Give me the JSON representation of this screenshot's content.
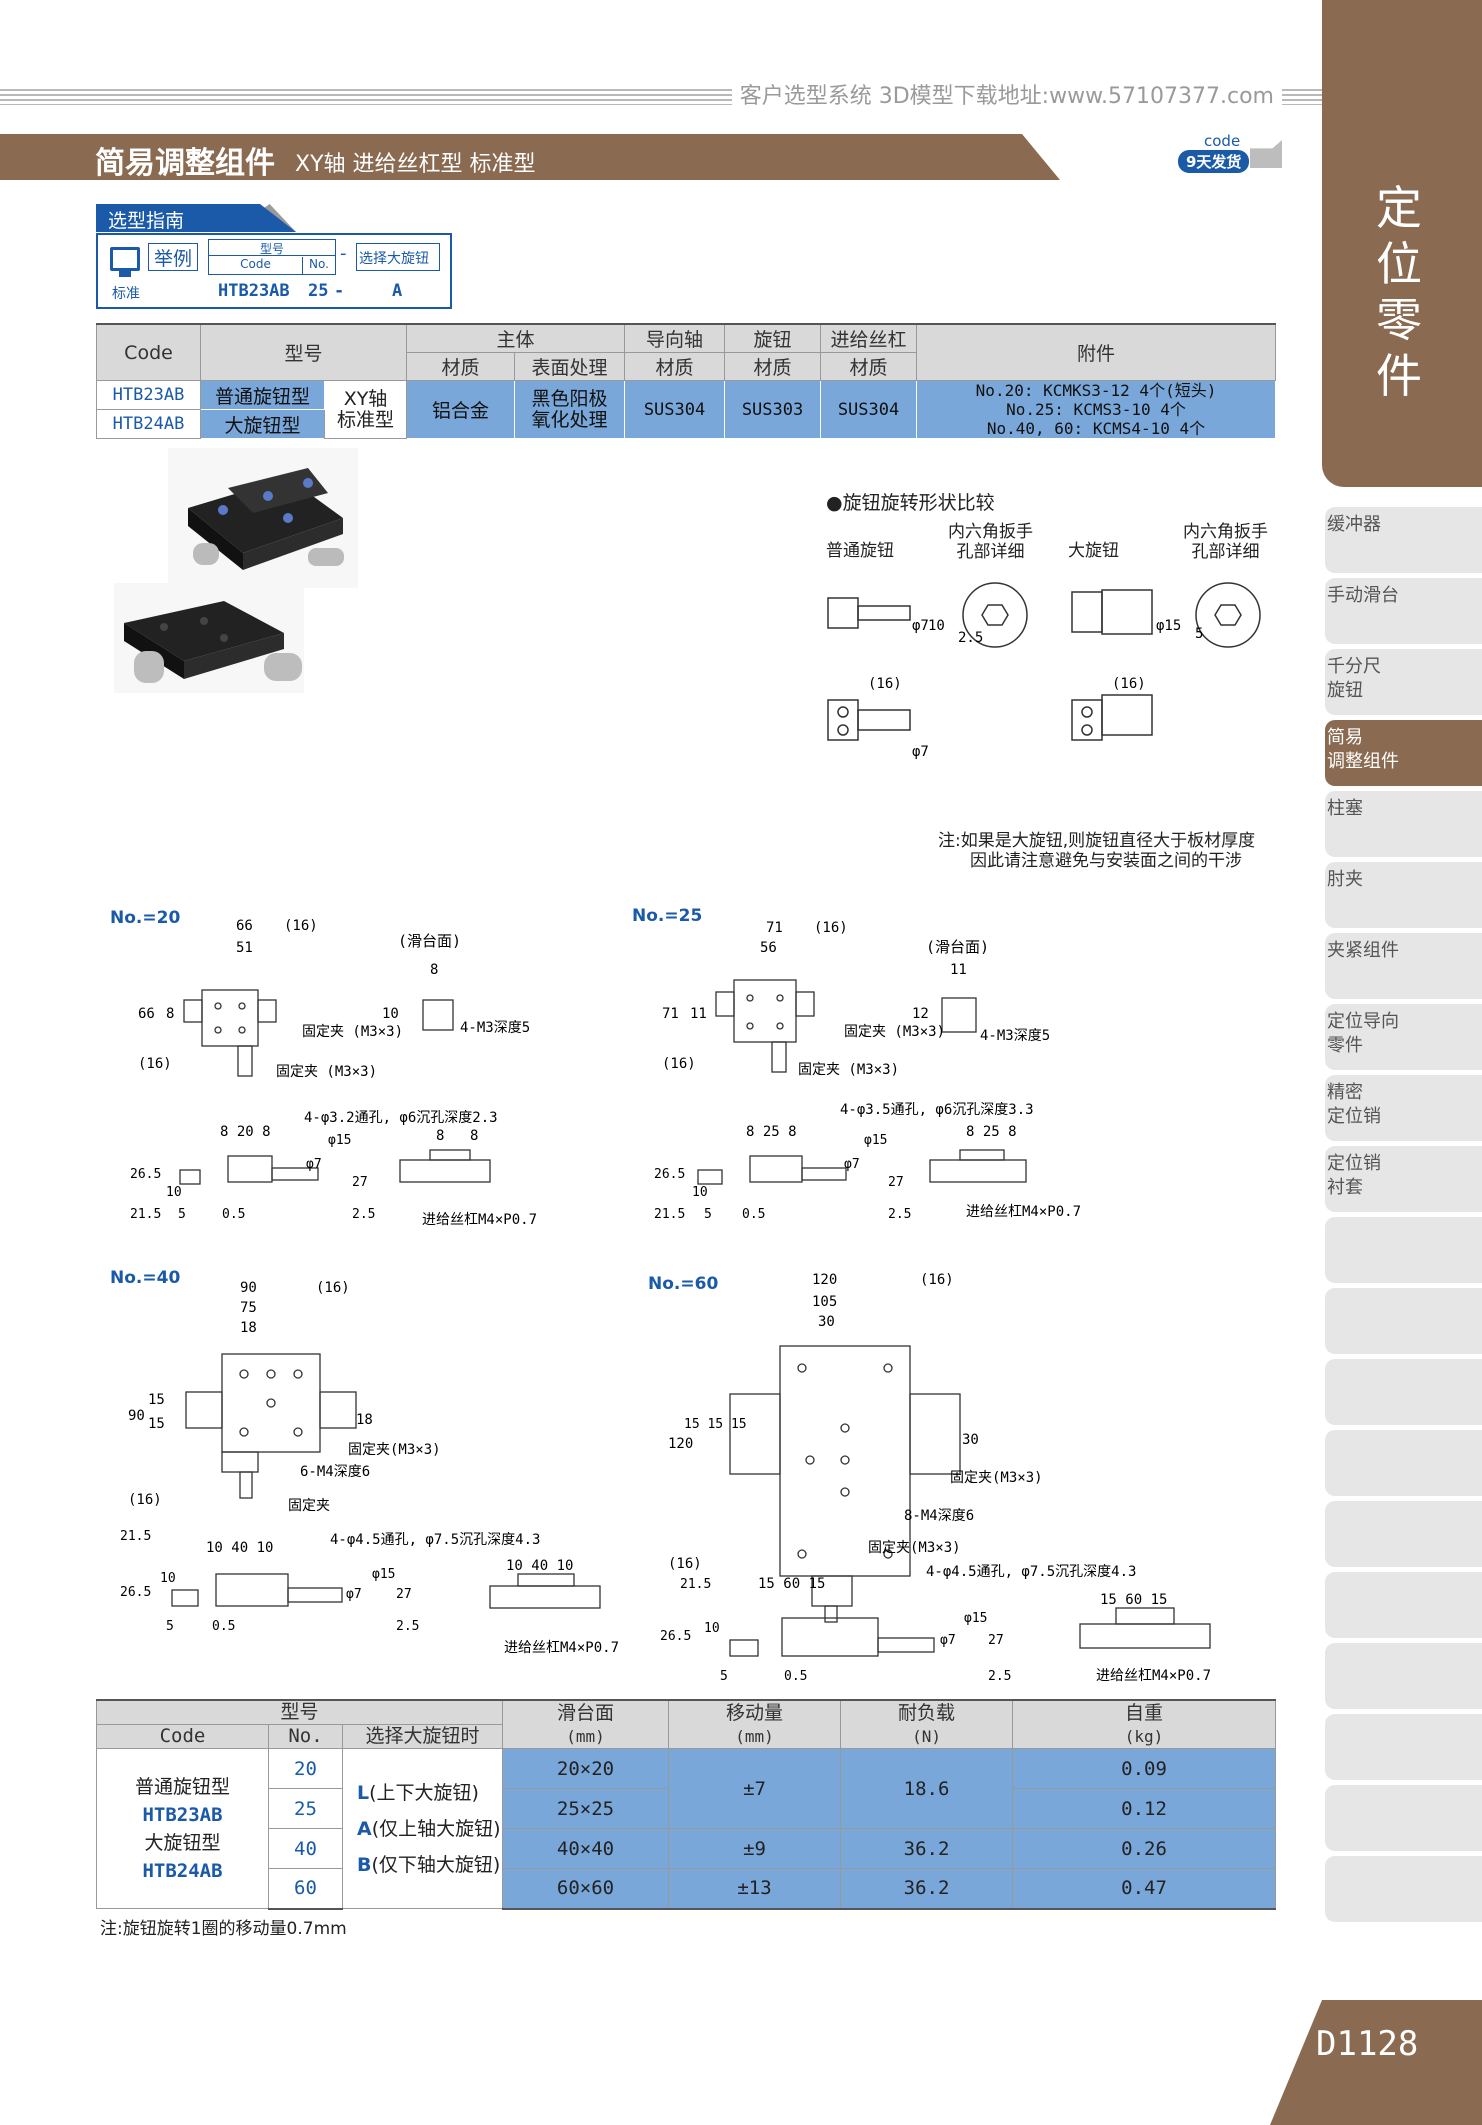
{
  "banner": "客户选型系统 3D模型下载地址:www.57107377.com",
  "title": {
    "main": "简易调整组件",
    "sub": "XY轴 进给丝杠型 标准型"
  },
  "code_badge": {
    "code": "code",
    "days": "9天发货"
  },
  "side": {
    "category": "定位零件",
    "tabs": [
      "缓冲器",
      "手动滑台",
      "千分尺\n旋钮",
      "简易\n调整组件",
      "柱塞",
      "肘夹",
      "夹紧组件",
      "定位导向\n零件",
      "精密\n定位销",
      "定位销\n衬套"
    ],
    "active_index": 3,
    "page": "D1128"
  },
  "guide": {
    "header": "选型指南",
    "example": "举例",
    "model_label": "型号",
    "code_label": "Code",
    "no_label": "No.",
    "dash": "-",
    "knob_label": "选择大旋钮",
    "standard": "标准",
    "example_code": "HTB23AB",
    "example_no": "25",
    "example_dash": "-",
    "example_knob": "A"
  },
  "spec_table": {
    "h_code": "Code",
    "h_model": "型号",
    "h_body": "主体",
    "h_guide": "导向轴",
    "h_knob": "旋钮",
    "h_screw": "进给丝杠",
    "h_acc": "附件",
    "h_material": "材质",
    "h_surface": "表面处理",
    "rows": [
      {
        "code": "HTB23AB",
        "model": "普通旋钮型"
      },
      {
        "code": "HTB24AB",
        "model": "大旋钮型"
      }
    ],
    "type": "XY轴\n标准型",
    "body_material": "铝合金",
    "surface": "黑色阳极\n氧化处理",
    "guide_material": "SUS304",
    "knob_material": "SUS303",
    "screw_material": "SUS304",
    "accessories": [
      "No.20: KCMKS3-12 4个(短头)",
      "No.25: KCMS3-10 4个",
      "No.40, 60: KCMS4-10 4个"
    ]
  },
  "knob_compare": {
    "title": "●旋钮旋转形状比较",
    "normal": "普通旋钮",
    "hex_detail": "内六角扳手\n孔部详细",
    "large": "大旋钮",
    "hex_detail2": "内六角扳手\n孔部详细",
    "dims": {
      "d7": "φ7",
      "d10": "10",
      "d25": "2.5",
      "d16": "(16)",
      "d15": "φ15",
      "d5": "5",
      "d7b": "φ7"
    },
    "note1": "注:如果是大旋钮,则旋钮直径大于板材厚度",
    "note2": "因此请注意避免与安装面之间的干涉"
  },
  "drawings": {
    "no20": {
      "label": "No.=20",
      "w1": "66",
      "w2": "51",
      "w3": "(16)",
      "h": "66",
      "s": "8",
      "bot": "(16)",
      "table_title": "(滑台面)",
      "tb": "8",
      "tbh": "10",
      "m3": "4-M3深度5",
      "clamp1": "固定夹\n(M3×3)",
      "clamp2": "固定夹\n(M3×3)",
      "hole": "4-φ3.2通孔, φ6沉孔深度2.3",
      "top": "8 20 8",
      "h1": "26.5",
      "h2": "21.5",
      "h3": "10",
      "h4": "5",
      "h5": "0.5",
      "d7": "φ7",
      "d15": "φ15",
      "d27": "27",
      "d25": "2.5",
      "d8a": "8",
      "d8b": "8",
      "screw": "进给丝杠M4×P0.7"
    },
    "no25": {
      "label": "No.=25",
      "w1": "71",
      "w2": "56",
      "w3": "(16)",
      "h": "71",
      "s": "11",
      "bot": "(16)",
      "table_title": "(滑台面)",
      "tb": "11",
      "tbh": "12",
      "m3": "4-M3深度5",
      "clamp1": "固定夹\n(M3×3)",
      "clamp2": "固定夹\n(M3×3)",
      "hole": "4-φ3.5通孔, φ6沉孔深度3.3",
      "top": "8 25 8",
      "h1": "26.5",
      "h2": "21.5",
      "h3": "10",
      "h4": "5",
      "h5": "0.5",
      "d7": "φ7",
      "d15": "φ15",
      "d27": "27",
      "d25": "2.5",
      "s2": "8 25 8",
      "screw": "进给丝杠M4×P0.7"
    },
    "no40": {
      "label": "No.=40",
      "w1": "90",
      "w2": "75",
      "w3": "(16)",
      "w4": "18",
      "h": "90",
      "s1": "15",
      "s2": "15",
      "bot": "(16)",
      "d18": "18",
      "clamp1": "固定夹(M3×3)",
      "m4": "6-M4深度6",
      "clamp2": "固定夹",
      "hole": "4-φ4.5通孔, φ7.5沉孔深度4.3",
      "top": "10 40 10",
      "h1": "26.5",
      "h2": "21.5",
      "h3": "10",
      "h4": "5",
      "h5": "0.5",
      "d7": "φ7",
      "d15": "φ15",
      "d27": "27",
      "d25": "2.5",
      "s3": "10 40 10",
      "screw": "进给丝杠M4×P0.7"
    },
    "no60": {
      "label": "No.=60",
      "w1": "120",
      "w2": "105",
      "w3": "(16)",
      "w4": "30",
      "h": "120",
      "s1": "15 15 15",
      "bot": "(16)",
      "d30": "30",
      "clamp1": "固定夹(M3×3)",
      "m4": "8-M4深度6",
      "clamp2": "固定夹(M3×3)",
      "hole": "4-φ4.5通孔, φ7.5沉孔深度4.3",
      "top": "15 60 15",
      "h1": "26.5",
      "h2": "21.5",
      "h3": "10",
      "h4": "5",
      "h5": "0.5",
      "d7": "φ7",
      "d15": "φ15",
      "d27": "27",
      "d25": "2.5",
      "s3": "15 60 15",
      "screw": "进给丝杠M4×P0.7"
    }
  },
  "bottom_table": {
    "h_model": "型号",
    "h_code": "Code",
    "h_no": "No.",
    "h_knob": "选择大旋钮时",
    "h_surface": "滑台面",
    "h_surface_u": "(mm)",
    "h_travel": "移动量",
    "h_travel_u": "(mm)",
    "h_load": "耐负载",
    "h_load_u": "(N)",
    "h_weight": "自重",
    "h_weight_u": "(kg)",
    "code_lines": [
      "普通旋钮型",
      "HTB23AB",
      "大旋钮型",
      "HTB24AB"
    ],
    "knob_options": [
      {
        "k": "L",
        "t": "(上下大旋钮)"
      },
      {
        "k": "A",
        "t": "(仅上轴大旋钮)"
      },
      {
        "k": "B",
        "t": "(仅下轴大旋钮)"
      }
    ],
    "rows": [
      {
        "no": "20",
        "surface": "20×20",
        "weight": "0.09"
      },
      {
        "no": "25",
        "surface": "25×25",
        "weight": "0.12"
      },
      {
        "no": "40",
        "surface": "40×40",
        "weight": "0.26"
      },
      {
        "no": "60",
        "surface": "60×60",
        "weight": "0.47"
      }
    ],
    "travel": [
      "±7",
      "±9",
      "±13"
    ],
    "load": [
      "18.6",
      "36.2",
      "36.2"
    ],
    "note": "注:旋钮旋转1圈的移动量0.7mm"
  }
}
